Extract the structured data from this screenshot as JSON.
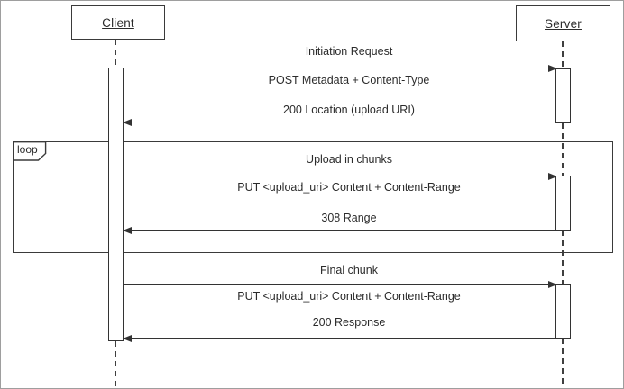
{
  "diagram_type": "uml-sequence",
  "actors": {
    "client": "Client",
    "server": "Server"
  },
  "fragment": {
    "label": "loop"
  },
  "messages": {
    "initiation_title": "Initiation Request",
    "post_metadata": "POST Metadata + Content-Type",
    "location_response": "200 Location (upload URI)",
    "loop_title": "Upload in chunks",
    "put_chunk": "PUT <upload_uri> Content + Content-Range",
    "range_response": "308 Range",
    "final_title": "Final chunk",
    "put_final": "PUT <upload_uri> Content + Content-Range",
    "ok_response": "200 Response"
  },
  "colors": {
    "line": "#333333",
    "text": "#2b2b2b",
    "background": "#ffffff",
    "outer_border": "#9e9e9e"
  }
}
